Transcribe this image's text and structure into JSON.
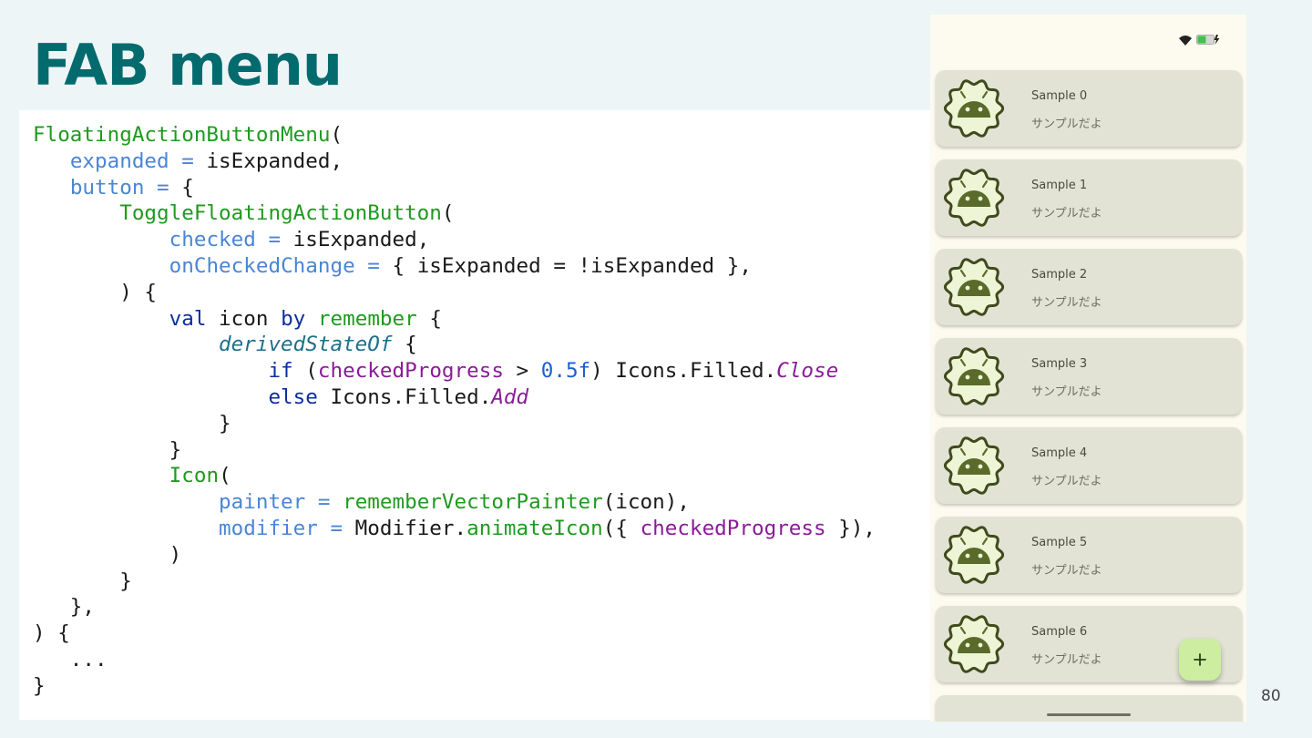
{
  "slide": {
    "title": "FAB menu",
    "page_number": "80"
  },
  "code": {
    "lines": [
      [
        {
          "t": "FloatingActionButtonMenu",
          "c": "fn"
        },
        {
          "t": "("
        }
      ],
      [
        {
          "t": "   "
        },
        {
          "t": "expanded =",
          "c": "param"
        },
        {
          "t": " isExpanded,"
        }
      ],
      [
        {
          "t": "   "
        },
        {
          "t": "button =",
          "c": "param"
        },
        {
          "t": " {"
        }
      ],
      [
        {
          "t": "       "
        },
        {
          "t": "ToggleFloatingActionButton",
          "c": "fn"
        },
        {
          "t": "("
        }
      ],
      [
        {
          "t": "           "
        },
        {
          "t": "checked =",
          "c": "param"
        },
        {
          "t": " isExpanded,"
        }
      ],
      [
        {
          "t": "           "
        },
        {
          "t": "onCheckedChange =",
          "c": "param"
        },
        {
          "t": " { isExpanded = !isExpanded },"
        }
      ],
      [
        {
          "t": "       ) {"
        }
      ],
      [
        {
          "t": "           "
        },
        {
          "t": "val",
          "c": "kw"
        },
        {
          "t": " icon "
        },
        {
          "t": "by",
          "c": "kw"
        },
        {
          "t": " "
        },
        {
          "t": "remember",
          "c": "fn"
        },
        {
          "t": " {"
        }
      ],
      [
        {
          "t": "               "
        },
        {
          "t": "derivedStateOf",
          "c": "ital-fn"
        },
        {
          "t": " {"
        }
      ],
      [
        {
          "t": "                   "
        },
        {
          "t": "if",
          "c": "kw"
        },
        {
          "t": " ("
        },
        {
          "t": "checkedProgress",
          "c": "prop"
        },
        {
          "t": " > "
        },
        {
          "t": "0.5f",
          "c": "num"
        },
        {
          "t": ") Icons.Filled."
        },
        {
          "t": "Close",
          "c": "ital-prop"
        }
      ],
      [
        {
          "t": "                   "
        },
        {
          "t": "else",
          "c": "kw"
        },
        {
          "t": " Icons.Filled."
        },
        {
          "t": "Add",
          "c": "ital-prop"
        }
      ],
      [
        {
          "t": "               }"
        }
      ],
      [
        {
          "t": "           }"
        }
      ],
      [
        {
          "t": "           "
        },
        {
          "t": "Icon",
          "c": "fn"
        },
        {
          "t": "("
        }
      ],
      [
        {
          "t": "               "
        },
        {
          "t": "painter =",
          "c": "param"
        },
        {
          "t": " "
        },
        {
          "t": "rememberVectorPainter",
          "c": "fn"
        },
        {
          "t": "(icon),"
        }
      ],
      [
        {
          "t": "               "
        },
        {
          "t": "modifier =",
          "c": "param"
        },
        {
          "t": " Modifier."
        },
        {
          "t": "animateIcon",
          "c": "fn"
        },
        {
          "t": "({ "
        },
        {
          "t": "checkedProgress",
          "c": "prop"
        },
        {
          "t": " }),"
        }
      ],
      [
        {
          "t": "           )"
        }
      ],
      [
        {
          "t": "       }"
        }
      ],
      [
        {
          "t": "   },"
        }
      ],
      [
        {
          "t": ") {"
        }
      ],
      [
        {
          "t": "   ..."
        }
      ],
      [
        {
          "t": "}"
        }
      ]
    ]
  },
  "phone": {
    "status_icons": [
      "wifi-icon",
      "battery-charging-icon"
    ],
    "list_items": [
      {
        "title": "Sample 0",
        "subtitle": "サンプルだよ"
      },
      {
        "title": "Sample 1",
        "subtitle": "サンプルだよ"
      },
      {
        "title": "Sample 2",
        "subtitle": "サンプルだよ"
      },
      {
        "title": "Sample 3",
        "subtitle": "サンプルだよ"
      },
      {
        "title": "Sample 4",
        "subtitle": "サンプルだよ"
      },
      {
        "title": "Sample 5",
        "subtitle": "サンプルだよ"
      },
      {
        "title": "Sample 6",
        "subtitle": "サンプルだよ"
      }
    ],
    "fab": {
      "icon": "add-icon",
      "label": "+"
    },
    "colors": {
      "title": "#036b6e",
      "card": "#e2e3d4",
      "avatar_fill": "#eef5d6",
      "avatar_stroke": "#3f4a1d",
      "android": "#5a6a2a",
      "fab": "#cdeda0",
      "battery": "#3ec44a"
    }
  }
}
